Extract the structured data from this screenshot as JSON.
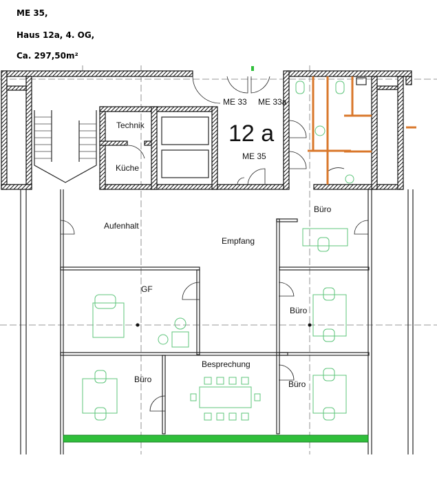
{
  "header": {
    "unit": "ME 35,",
    "location": "Haus 12a, 4. OG,",
    "area": "Ca. 297,50m²"
  },
  "plan": {
    "house_number": "12 a",
    "units": {
      "me33": "ME 33",
      "me33a": "ME 33a",
      "me35": "ME 35"
    },
    "rooms": {
      "technik": "Technik",
      "kueche": "Küche",
      "aufenthalt": "Aufenhalt",
      "empfang": "Empfang",
      "buero_top_right": "Büro",
      "gf": "GF",
      "buero_mid_right": "Büro",
      "besprechung": "Besprechung",
      "buero_bottom_left": "Büro",
      "buero_bottom_right": "Büro"
    },
    "colors": {
      "furniture": "#5cc47a",
      "partitions": "#d9772a",
      "facade_band": "#2fbf3a"
    }
  }
}
